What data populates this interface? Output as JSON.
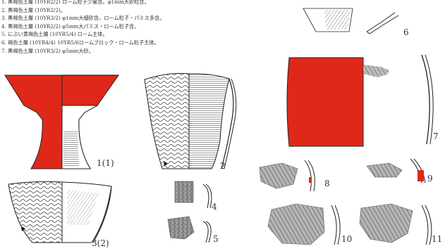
{
  "legend": {
    "items": [
      "1. 黒褐色土層 (10YR2/2) ローム粒子少量含。φ1mm大砂粒含。",
      "2. 黒褐色土層 (10YR2/2)。",
      "3. 黒褐色土層 (10YR3/2) φ1mm大細砂含。ローム粒子・パミス多含。",
      "4. 黒褐色土層 (10YR2/2) φ5mm大パミス・ローム粒子含。",
      "5. にぶい黄褐色土層 (10YR5/4) ローム主体。",
      "6. 褐色土層 (10YR4/4) 10YR5/6ロームブロック・ローム粒子主体。",
      "7. 黒褐色土層 (10YR3/2) φ5mm大砂。"
    ]
  },
  "figure_numbers": {
    "n1": "1(1)",
    "n2": "2",
    "n3": "3(2)",
    "n4": "4",
    "n5": "5",
    "n6": "6",
    "n7": "7",
    "n8": "8",
    "n9": "9",
    "n10": "10",
    "n11": "11"
  },
  "colors": {
    "fill_red": "#e0281a",
    "line": "#222222"
  }
}
